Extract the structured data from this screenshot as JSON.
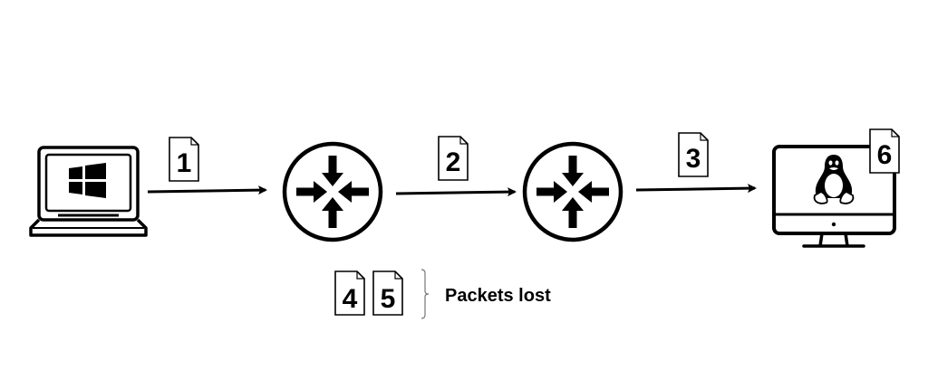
{
  "nodes": {
    "client": {
      "icon": "windows-laptop-icon"
    },
    "router_1": {
      "icon": "router-icon"
    },
    "router_2": {
      "icon": "router-icon"
    },
    "server": {
      "icon": "linux-desktop-icon"
    }
  },
  "packets": {
    "p1": "1",
    "p2": "2",
    "p3": "3",
    "p4": "4",
    "p5": "5",
    "p6": "6"
  },
  "lost_label": "Packets lost"
}
